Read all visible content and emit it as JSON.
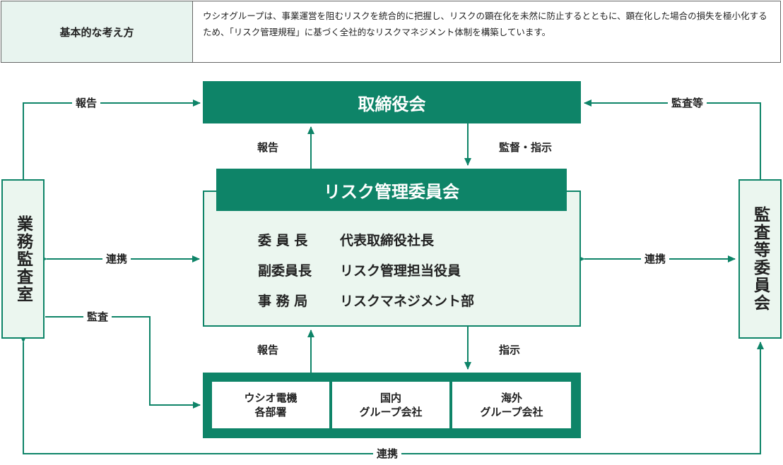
{
  "policy": {
    "label": "基本的な考え方",
    "text": "ウシオグループは、事業運営を阻むリスクを統合的に把握し、リスクの顕在化を未然に防止するとともに、顕在化した場合の損失を極小化するため、「リスク管理規程」に基づく全社的なリスクマネジメント体制を構築しています。"
  },
  "diagram": {
    "board": "取締役会",
    "risk_committee": {
      "title": "リスク管理委員会",
      "members": [
        {
          "role": "委 員 長",
          "person": "代表取締役社長"
        },
        {
          "role": "副委員長",
          "person": "リスク管理担当役員"
        },
        {
          "role": "事 務 局",
          "person": "リスクマネジメント部"
        }
      ]
    },
    "internal_audit": "業務監査室",
    "audit_committee": "監査等委員会",
    "units": [
      "ウシオ電機\n各部署",
      "国内\nグループ会社",
      "海外\nグループ会社"
    ],
    "labels": {
      "report_top_left": "報告",
      "audit_top_right": "監査等",
      "report_to_board": "報告",
      "supervise": "監督・指示",
      "link_left": "連携",
      "link_right": "連携",
      "audit_left": "監査",
      "report_from_units": "報告",
      "instruct": "指示",
      "link_bottom": "連携"
    },
    "colors": {
      "primary": "#0e8468",
      "light": "#ebf6ef"
    }
  }
}
